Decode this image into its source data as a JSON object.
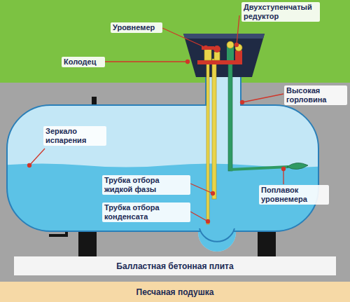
{
  "diagram": {
    "nodes": [
      {
        "text": [
          "Балластная бетонная плита"
        ]
      },
      {
        "text": [
          "Песчаная подушка"
        ]
      }
    ],
    "labels": [
      "Двухступенчатый редуктор",
      "Уровнемер",
      "Колодец",
      "Высокая горловина",
      "Зеркало испарения",
      "Трубка отбора жидкой фазы",
      "Трубка отбора конденсата",
      "Поплавок уровнемера"
    ]
  }
}
